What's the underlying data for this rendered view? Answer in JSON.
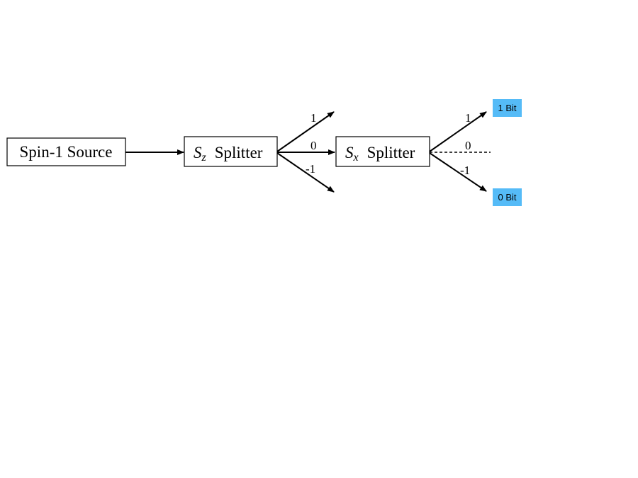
{
  "diagram": {
    "source": {
      "label": "Spin-1 Source"
    },
    "sz_splitter": {
      "symbol": "S",
      "subscript": "z",
      "label": "Splitter"
    },
    "sx_splitter": {
      "symbol": "S",
      "subscript": "x",
      "label": "Splitter"
    },
    "sz_outputs": {
      "up": "1",
      "middle": "0",
      "down": "-1"
    },
    "sx_outputs": {
      "up": "1",
      "middle": "0",
      "down": "-1"
    },
    "bits": {
      "top": "1 Bit",
      "bottom": "0 Bit"
    },
    "colors": {
      "bit_fill": "#55bbf7",
      "line": "#000000"
    }
  }
}
